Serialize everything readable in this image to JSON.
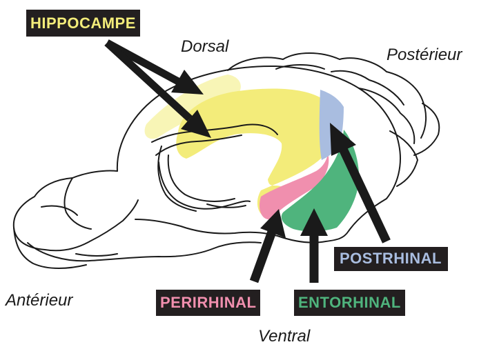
{
  "labels": {
    "hippocampe": "HIPPOCAMPE",
    "postrhinal": "POSTRHINAL",
    "perirhinal": "PERIRHINAL",
    "entorhinal": "ENTORHINAL"
  },
  "directions": {
    "dorsal": "Dorsal",
    "posterieur": "Postérieur",
    "anterieur": "Antérieur",
    "ventral": "Ventral"
  },
  "colors": {
    "hippocampe": "#f3ec7a",
    "postrhinal": "#a9bde0",
    "perirhinal": "#f08fae",
    "entorhinal": "#4fb47d",
    "label_background": "#231f20",
    "outline": "#1a1a1a"
  }
}
